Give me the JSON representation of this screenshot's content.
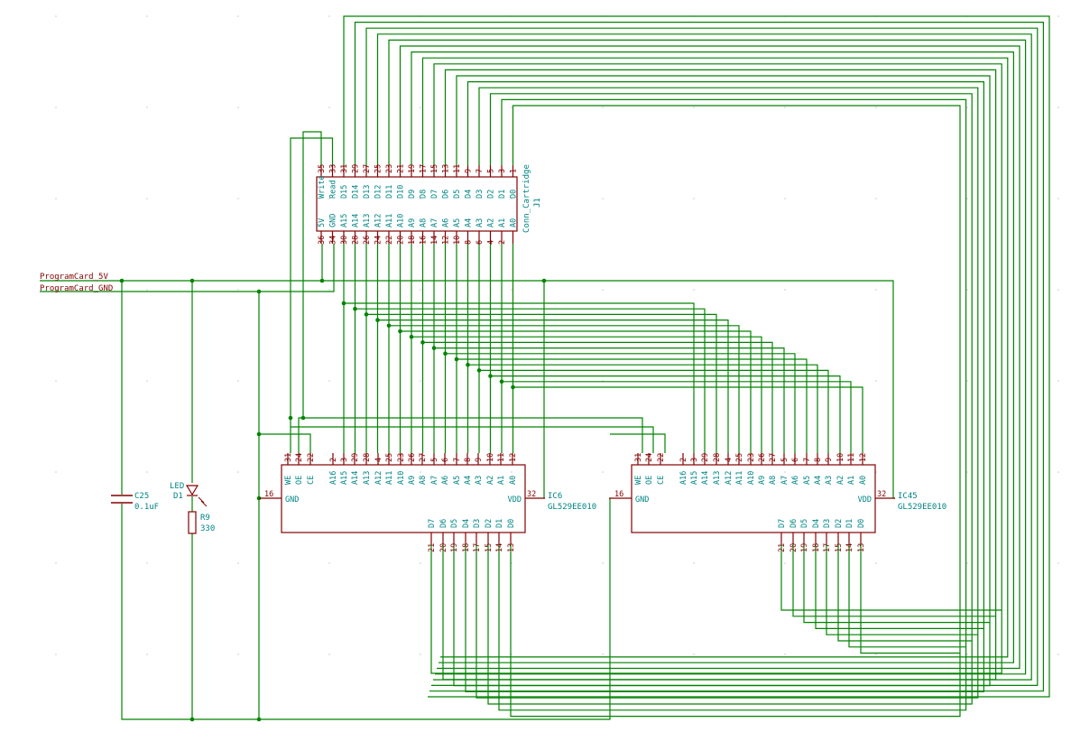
{
  "colors": {
    "background": "#ffffff",
    "wire": "#008400",
    "body": "#840000",
    "pin_label": "#008484",
    "net_label": "#840000",
    "grid": "#c8c8c8"
  },
  "nets": {
    "vcc": "ProgramCard_5V",
    "gnd": "ProgramCard_GND"
  },
  "connector": {
    "ref": "J1",
    "value": "Conn_Cartridge",
    "top_names": [
      "Write",
      "Read",
      "D15",
      "D14",
      "D13",
      "D12",
      "D11",
      "D10",
      "D9",
      "D8",
      "D7",
      "D6",
      "D5",
      "D4",
      "D3",
      "D2",
      "D1",
      "D0"
    ],
    "top_nums": [
      "35",
      "33",
      "31",
      "29",
      "27",
      "25",
      "23",
      "21",
      "19",
      "17",
      "15",
      "13",
      "11",
      "9",
      "7",
      "5",
      "3",
      "1"
    ],
    "bot_names": [
      "5V",
      "GND",
      "A15",
      "A14",
      "A13",
      "A12",
      "A11",
      "A10",
      "A9",
      "A8",
      "A7",
      "A6",
      "A5",
      "A4",
      "A3",
      "A2",
      "A1",
      "A0"
    ],
    "bot_nums": [
      "36",
      "34",
      "30",
      "28",
      "26",
      "24",
      "22",
      "20",
      "18",
      "16",
      "14",
      "12",
      "10",
      "8",
      "6",
      "4",
      "2"
    ]
  },
  "ics": [
    {
      "ref": "IC6",
      "value": "GL529EE010"
    },
    {
      "ref": "IC45",
      "value": "GL529EE010"
    }
  ],
  "ic_pins": {
    "top_names": [
      "WE",
      "OE",
      "CE",
      "A16",
      "A15",
      "A14",
      "A13",
      "A12",
      "A11",
      "A10",
      "A9",
      "A8",
      "A7",
      "A6",
      "A5",
      "A4",
      "A3",
      "A2",
      "A1",
      "A0"
    ],
    "top_nums": [
      "31",
      "24",
      "22",
      "2",
      "3",
      "29",
      "28",
      "4",
      "25",
      "23",
      "26",
      "27",
      "5",
      "6",
      "7",
      "8",
      "9",
      "10",
      "11",
      "12"
    ],
    "bot_names": [
      "D7",
      "D6",
      "D5",
      "D4",
      "D3",
      "D2",
      "D1",
      "D0"
    ],
    "bot_nums": [
      "21",
      "20",
      "19",
      "18",
      "17",
      "15",
      "14",
      "13"
    ],
    "gnd_name": "GND",
    "gnd_num": "16",
    "vdd_name": "VDD",
    "vdd_num": "32"
  },
  "capacitor": {
    "ref": "C25",
    "value": "0.1uF"
  },
  "led": {
    "ref": "D1",
    "value": "LED"
  },
  "resistor": {
    "ref": "R9",
    "value": "330"
  }
}
